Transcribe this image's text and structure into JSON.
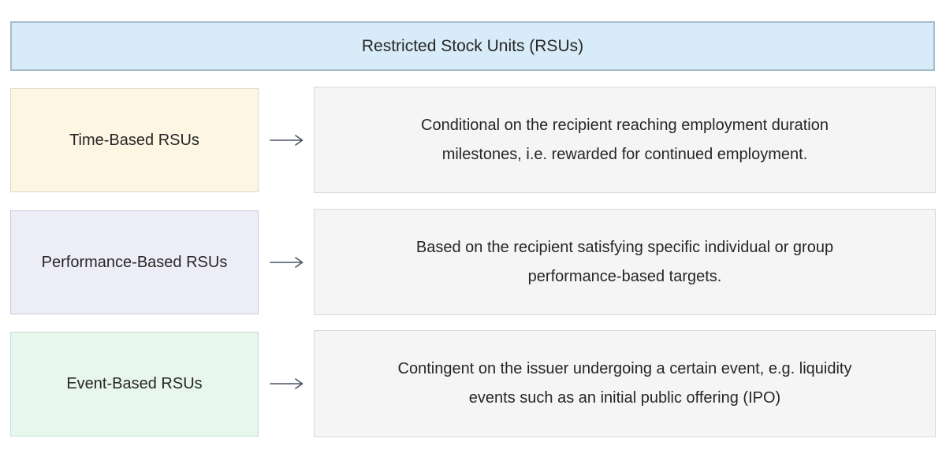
{
  "diagram": {
    "title": "Restricted Stock Units (RSUs)",
    "rows": [
      {
        "label": "Time-Based RSUs",
        "description_lines": [
          "Conditional on the recipient reaching employment duration",
          "milestones, i.e. rewarded for continued employment."
        ],
        "label_bg": "#fdf6e3",
        "label_border": "#ded8c4"
      },
      {
        "label": "Performance-Based RSUs",
        "description_lines": [
          "Based on the recipient satisfying specific individual or group",
          "performance-based targets."
        ],
        "label_bg": "#ededf8",
        "label_border": "#c8c8dd"
      },
      {
        "label": "Event-Based RSUs",
        "description_lines": [
          "Contingent on the issuer undergoing a certain event, e.g. liquidity",
          "events such as an initial public offering (IPO)"
        ],
        "label_bg": "#e7f7ed",
        "label_border": "#c2decd"
      }
    ],
    "colors": {
      "background": "#ffffff",
      "header_bg": "#d7ebf8",
      "header_border": "#a4bccb",
      "description_bg": "#f5f5f5",
      "description_border": "#d9d9d9",
      "arrow": "#4a5363",
      "text": "#262626"
    }
  }
}
